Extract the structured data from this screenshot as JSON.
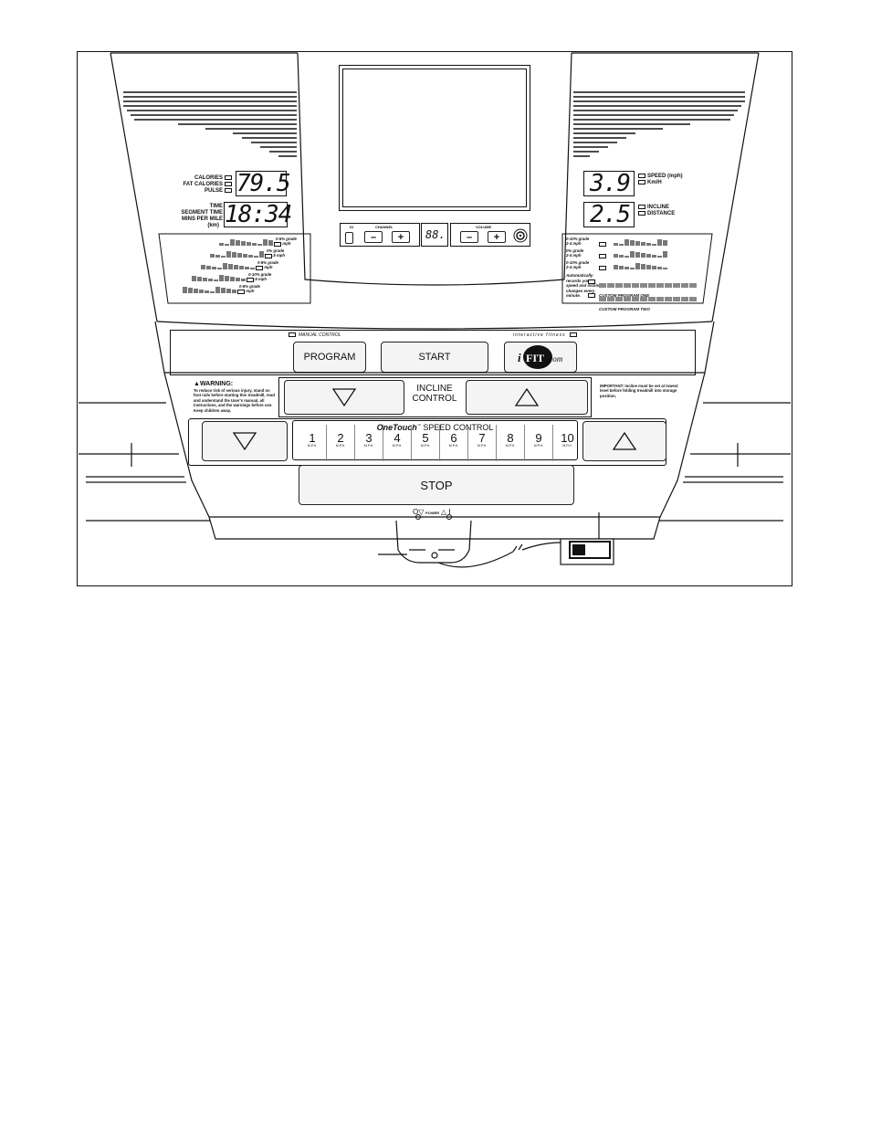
{
  "left_stat_labels": {
    "calories": "CALORIES",
    "fat_calories": "FAT CALORIES",
    "pulse": "PULSE",
    "time": "TIME",
    "segment_time": "SEGMENT TIME",
    "mins_per_mile": "MINS PER MILE",
    "km": "(km)"
  },
  "displays": {
    "calories_value": "79.5",
    "time_value": "18:34",
    "speed_value": "3.9",
    "incline_value": "2.5",
    "channel_display": "88."
  },
  "right_stat_labels": {
    "speed": "SPEED (mph)",
    "kmh": "Km/H",
    "incline": "INCLINE",
    "distance": "DISTANCE"
  },
  "tv_controls": {
    "io": "IO",
    "channel": "CHANNEL",
    "volume": "VOLUME",
    "minus": "–",
    "plus": "+"
  },
  "left_programs": [
    {
      "grade": "0-5% grade",
      "speed": "2-4 mph"
    },
    {
      "grade": "0% grade",
      "speed": "2-4.5 mph"
    },
    {
      "grade": "0-8% grade",
      "speed": "2-4 mph"
    },
    {
      "grade": "0-10% grade",
      "speed": "2-4.5 mph"
    },
    {
      "grade": "0-8% grade",
      "speed": "2-5 mph"
    }
  ],
  "right_programs": [
    {
      "grade": "0-10% grade",
      "speed": "2-4 mph"
    },
    {
      "grade": "0% grade",
      "speed": "2-4 mph"
    },
    {
      "grade": "0-10% grade",
      "speed": "2-4 mph"
    }
  ],
  "custom_programs": {
    "note": "Automatically records your speed and incline changes every minute.",
    "one": "CUSTOM PROGRAM ONE",
    "two": "CUSTOM PROGRAM TWO"
  },
  "buttons": {
    "manual_control": "MANUAL CONTROL",
    "program": "PROGRAM",
    "start": "START",
    "interactive_fitness": "interactive fitness",
    "ifit_logo": "iFIT.com",
    "incline_control": "INCLINE CONTROL",
    "stop": "STOP"
  },
  "warning": {
    "title": "WARNING:",
    "text": "To reduce risk of serious injury, stand on foot rails before starting this treadmill, read and understand the User's manual, all instructions, and the warnings before use. Keep children away."
  },
  "important": {
    "text": "IMPORTANT: Incline must be set at lowest level before folding treadmill into storage position."
  },
  "speed_control": {
    "title_italic": "OneTouch",
    "tm": "™",
    "title_rest": "SPEED CONTROL",
    "unit": "M.P.H.",
    "keys": [
      "1",
      "2",
      "3",
      "4",
      "5",
      "6",
      "7",
      "8",
      "9",
      "10"
    ]
  },
  "power": {
    "off_symbol": "O▽",
    "label": "POWER",
    "on_symbol": "△ I"
  }
}
